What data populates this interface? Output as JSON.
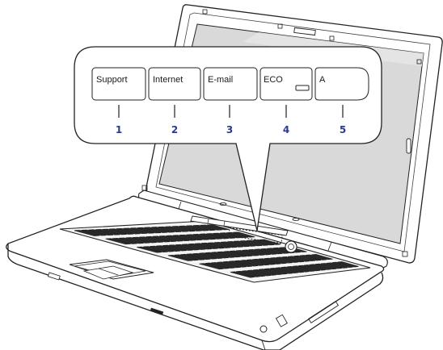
{
  "callout": {
    "buttons": [
      {
        "label": "Support",
        "number": "1"
      },
      {
        "label": "Internet",
        "number": "2"
      },
      {
        "label": "E-mail",
        "number": "3"
      },
      {
        "label": "ECO",
        "number": "4"
      },
      {
        "label": "A",
        "number": "5"
      }
    ]
  },
  "colors": {
    "number": "#2b3a8f",
    "outline": "#222222",
    "screen": "#d9d9d9",
    "body": "#ffffff"
  }
}
